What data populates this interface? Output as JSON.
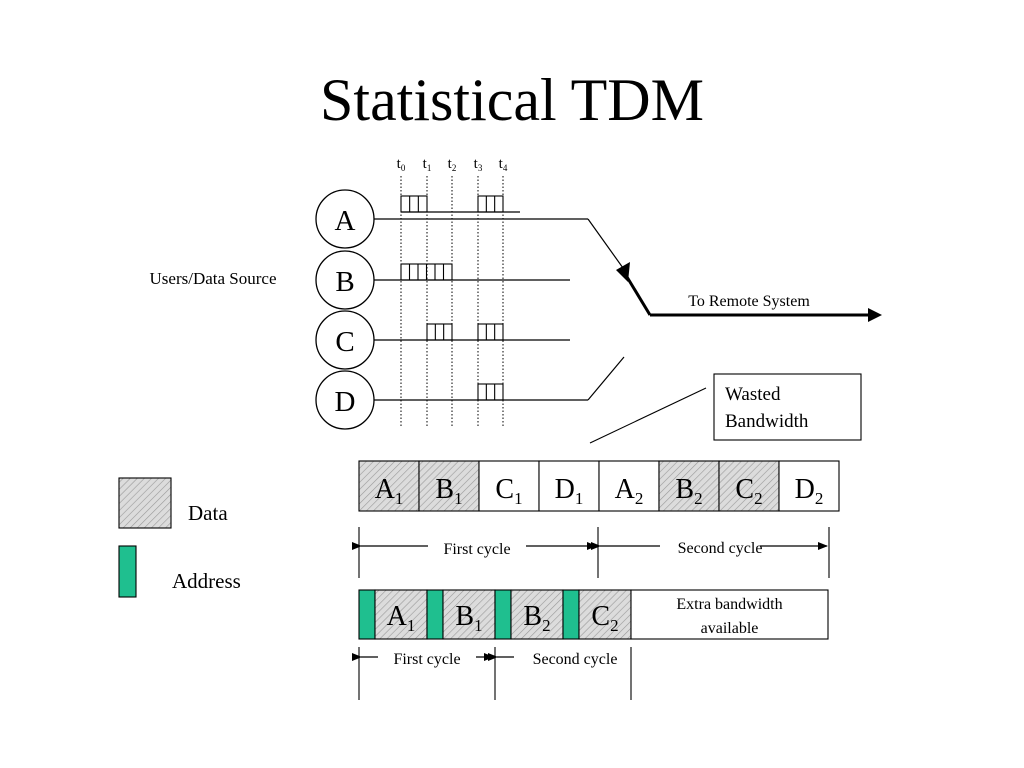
{
  "title": "Statistical TDM",
  "time_labels": [
    {
      "base": "t",
      "sub": "0"
    },
    {
      "base": "t",
      "sub": "1"
    },
    {
      "base": "t",
      "sub": "2"
    },
    {
      "base": "t",
      "sub": "3"
    },
    {
      "base": "t",
      "sub": "4"
    }
  ],
  "sources": [
    "A",
    "B",
    "C",
    "D"
  ],
  "users_label": "Users/Data Source",
  "remote_label": "To Remote System",
  "wasted_label": [
    "Wasted",
    "Bandwidth"
  ],
  "sync_frame": [
    {
      "letter": "A",
      "sub": "1",
      "data": true
    },
    {
      "letter": "B",
      "sub": "1",
      "data": true
    },
    {
      "letter": "C",
      "sub": "1",
      "data": false
    },
    {
      "letter": "D",
      "sub": "1",
      "data": false
    },
    {
      "letter": "A",
      "sub": "2",
      "data": false
    },
    {
      "letter": "B",
      "sub": "2",
      "data": true
    },
    {
      "letter": "C",
      "sub": "2",
      "data": true
    },
    {
      "letter": "D",
      "sub": "2",
      "data": false
    }
  ],
  "stat_frame": [
    {
      "letter": "A",
      "sub": "1"
    },
    {
      "letter": "B",
      "sub": "1"
    },
    {
      "letter": "B",
      "sub": "2"
    },
    {
      "letter": "C",
      "sub": "2"
    }
  ],
  "extra_label": [
    "Extra bandwidth",
    "available"
  ],
  "sync_cycles": [
    "First cycle",
    "Second cycle"
  ],
  "stat_cycles": [
    "First cycle",
    "Second cycle"
  ],
  "legend": {
    "data": "Data",
    "address": "Address"
  },
  "colors": {
    "address": "#1fbf8f",
    "line": "#000000",
    "hatch_bg": "#d8d8d8",
    "hatch_stroke": "#9a9a9a"
  }
}
